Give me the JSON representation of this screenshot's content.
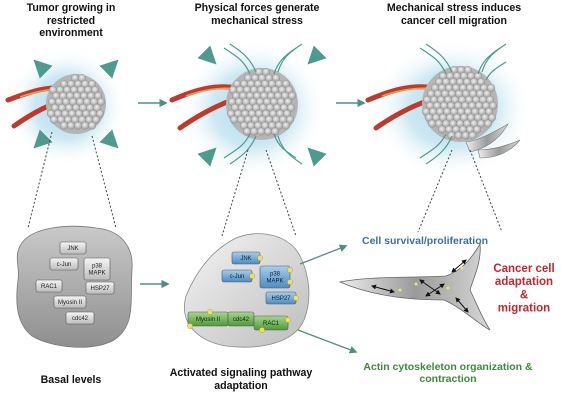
{
  "panels": {
    "restricted": "Tumor growing in restricted\nenvironment",
    "forces": "Physical forces generate\nmechanical stress",
    "migration": "Mechanical stress induces\ncancer cell migration"
  },
  "bottom_labels": {
    "basal": "Basal levels",
    "activated": "Activated signaling pathway\nadaptation"
  },
  "basal_cell": {
    "proteins": [
      "JNK",
      "c-Jun",
      "p38\nMAPK",
      "RAC1",
      "HSP27",
      "Myosin II",
      "cdc42"
    ]
  },
  "activated_cell": {
    "blue_proteins": [
      "JNK",
      "c-Jun",
      "p38\nMAPK",
      "HSP27"
    ],
    "green_proteins": [
      "Myosin II",
      "cdc42",
      "RAC1"
    ]
  },
  "outcomes": {
    "survival": "Cell survival/proliferation",
    "adaptation": "Cancer cell\nadaptation\n&\nmigration",
    "actin": "Actin cytoskeleton organization &\ncontraction"
  },
  "colors": {
    "glow": "#a9d8ea",
    "arrow_teal": "#4e9a8e",
    "vessel_red": "#c0392b",
    "protein_blue": "#6fa8d6",
    "protein_green": "#6aa84f",
    "survival_text": "#3d6fa3",
    "adaptation_text": "#c0282d",
    "actin_text": "#3e8a3a"
  }
}
